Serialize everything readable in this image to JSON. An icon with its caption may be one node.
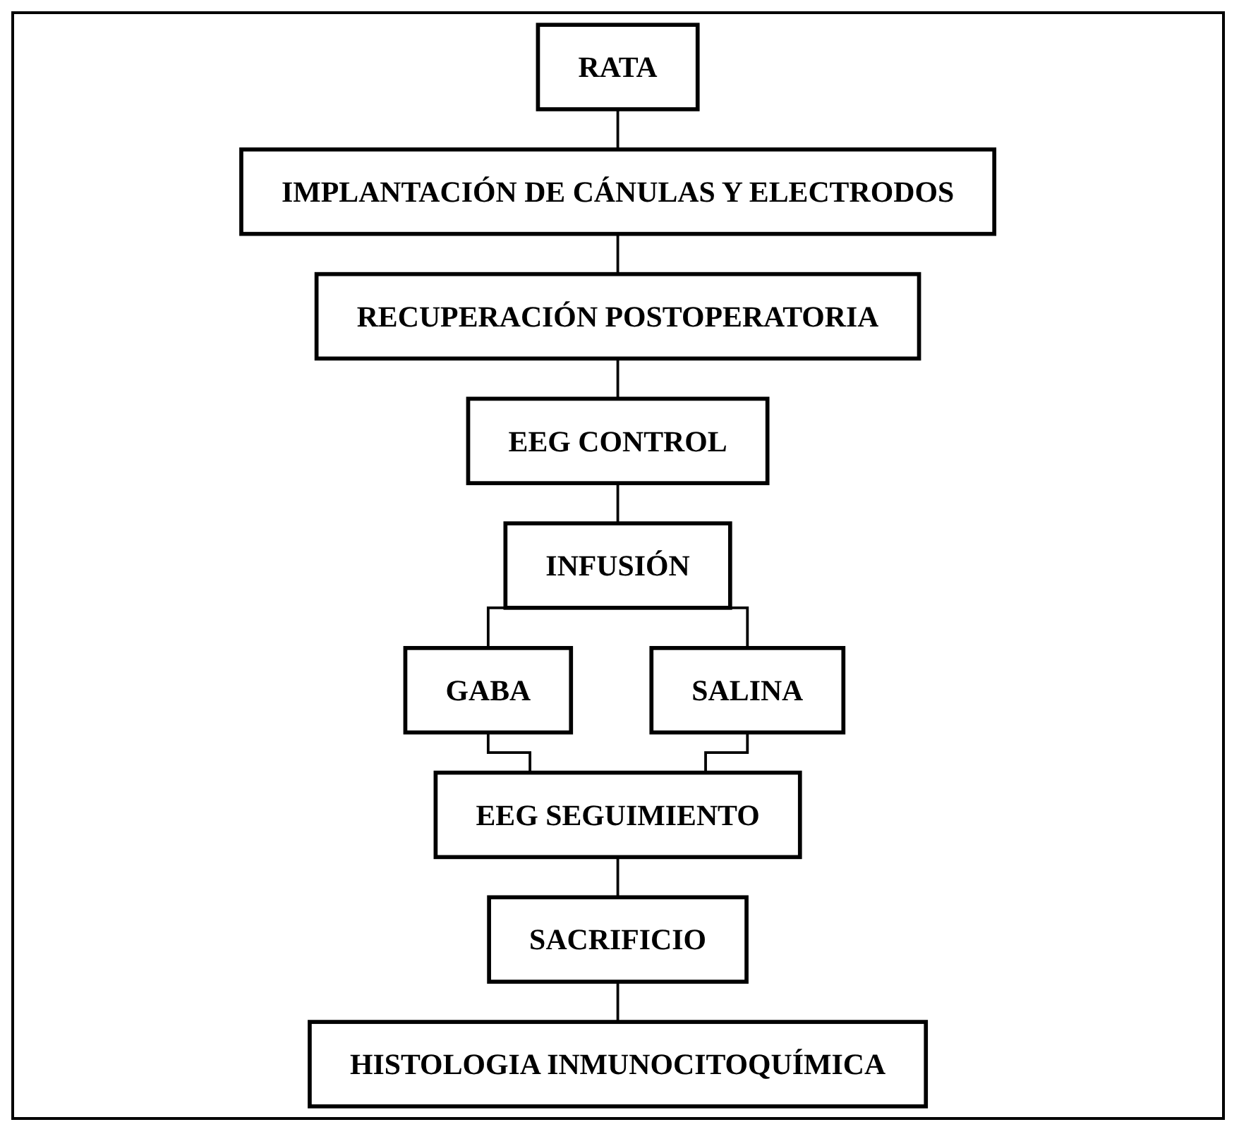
{
  "diagram": {
    "nodes": [
      {
        "text": [
          "RATA"
        ]
      },
      {
        "text": [
          "IMPLANTACIÓN DE CÁNULAS Y ELECTRODOS"
        ]
      },
      {
        "text": [
          "RECUPERACIÓN POSTOPERATORIA"
        ]
      },
      {
        "text": [
          "EEG CONTROL"
        ]
      },
      {
        "text": [
          "INFUSIÓN"
        ]
      },
      {
        "text": [
          "GABA"
        ]
      },
      {
        "text": [
          "SALINA"
        ]
      },
      {
        "text": [
          "EEG SEGUIMIENTO"
        ]
      },
      {
        "text": [
          "SACRIFICIO"
        ]
      },
      {
        "text": [
          "HISTOLOGIA INMUNOCITOQUÍMICA"
        ]
      }
    ],
    "edges": [
      {
        "from": 0,
        "to": 1,
        "arrow": "none"
      },
      {
        "from": 1,
        "to": 2,
        "arrow": "none"
      },
      {
        "from": 2,
        "to": 3,
        "arrow": "none"
      },
      {
        "from": 3,
        "to": 4,
        "arrow": "none"
      },
      {
        "from": 4,
        "to": 5,
        "arrow": "none"
      },
      {
        "from": 4,
        "to": 6,
        "arrow": "none"
      },
      {
        "from": 5,
        "to": 7,
        "arrow": "none"
      },
      {
        "from": 6,
        "to": 7,
        "arrow": "none"
      },
      {
        "from": 7,
        "to": 8,
        "arrow": "none"
      },
      {
        "from": 8,
        "to": 9,
        "arrow": "none"
      }
    ]
  }
}
